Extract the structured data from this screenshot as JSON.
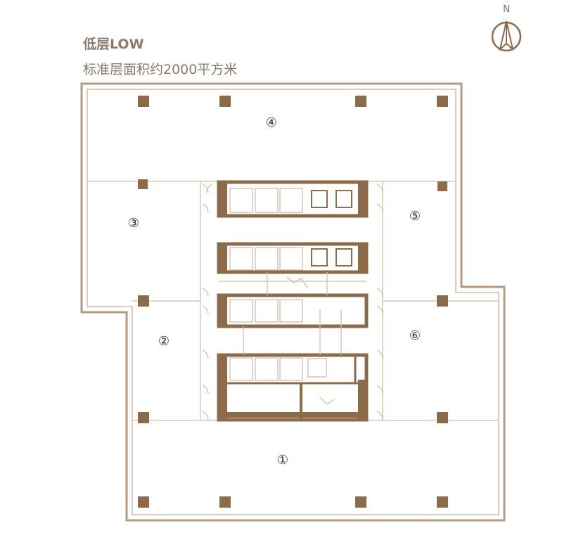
{
  "header": {
    "title": "低层LOW",
    "subtitle": "标准层面积约2000平方米"
  },
  "compass": {
    "letter": "N"
  },
  "zones": [
    {
      "id": "4",
      "label": "④"
    },
    {
      "id": "3",
      "label": "③"
    },
    {
      "id": "5",
      "label": "⑤"
    },
    {
      "id": "2",
      "label": "②"
    },
    {
      "id": "6",
      "label": "⑥"
    },
    {
      "id": "1",
      "label": "①"
    }
  ],
  "colors": {
    "wall": "#8b6b4a",
    "outline": "#b39a82",
    "column": "#8b6b4a",
    "text": "#8c7a6c"
  }
}
